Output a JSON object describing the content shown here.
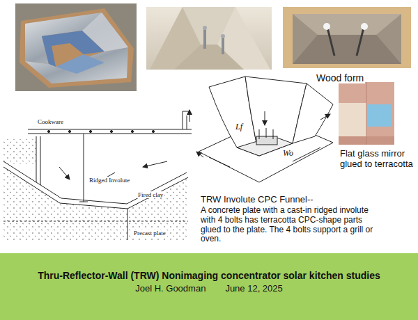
{
  "diagram": {
    "nodes": [
      {
        "text": [
          "Thru-Reflector-Wall (TRW) Nonimaging concentrator solar kitchen studies",
          "Joel H. Goodman",
          "June 12, 2025"
        ]
      }
    ],
    "labels": [
      "Wood form",
      "Flat glass mirror glued to terracotta",
      "Cookware",
      "Ridged Involute",
      "Fired clay",
      "Precast plate",
      "Lf",
      "Wo",
      "TRW Involute CPC Funnel--",
      "A concrete plate with a cast-in ridged involute with 4 bolts has terracotta CPC-shape parts glued to the plate. The 4 bolts support a grill or oven."
    ]
  }
}
